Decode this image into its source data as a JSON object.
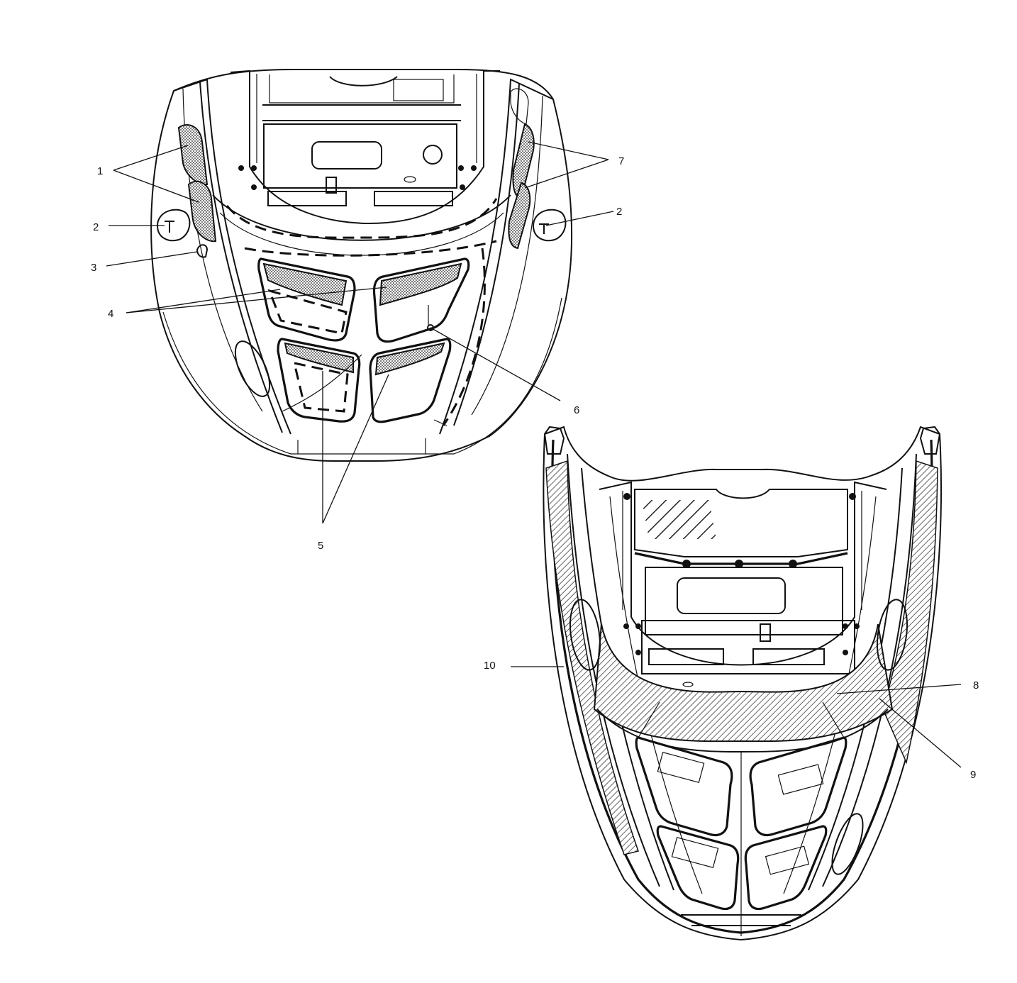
{
  "callouts": [
    {
      "id": "c1",
      "text": "1"
    },
    {
      "id": "c2a",
      "text": "2"
    },
    {
      "id": "c2b",
      "text": "2"
    },
    {
      "id": "c3",
      "text": "3"
    },
    {
      "id": "c4",
      "text": "4"
    },
    {
      "id": "c5",
      "text": "5"
    },
    {
      "id": "c6",
      "text": "6"
    },
    {
      "id": "c7",
      "text": "7"
    },
    {
      "id": "c8",
      "text": "8"
    },
    {
      "id": "c9",
      "text": "9"
    },
    {
      "id": "c10",
      "text": "10"
    }
  ]
}
